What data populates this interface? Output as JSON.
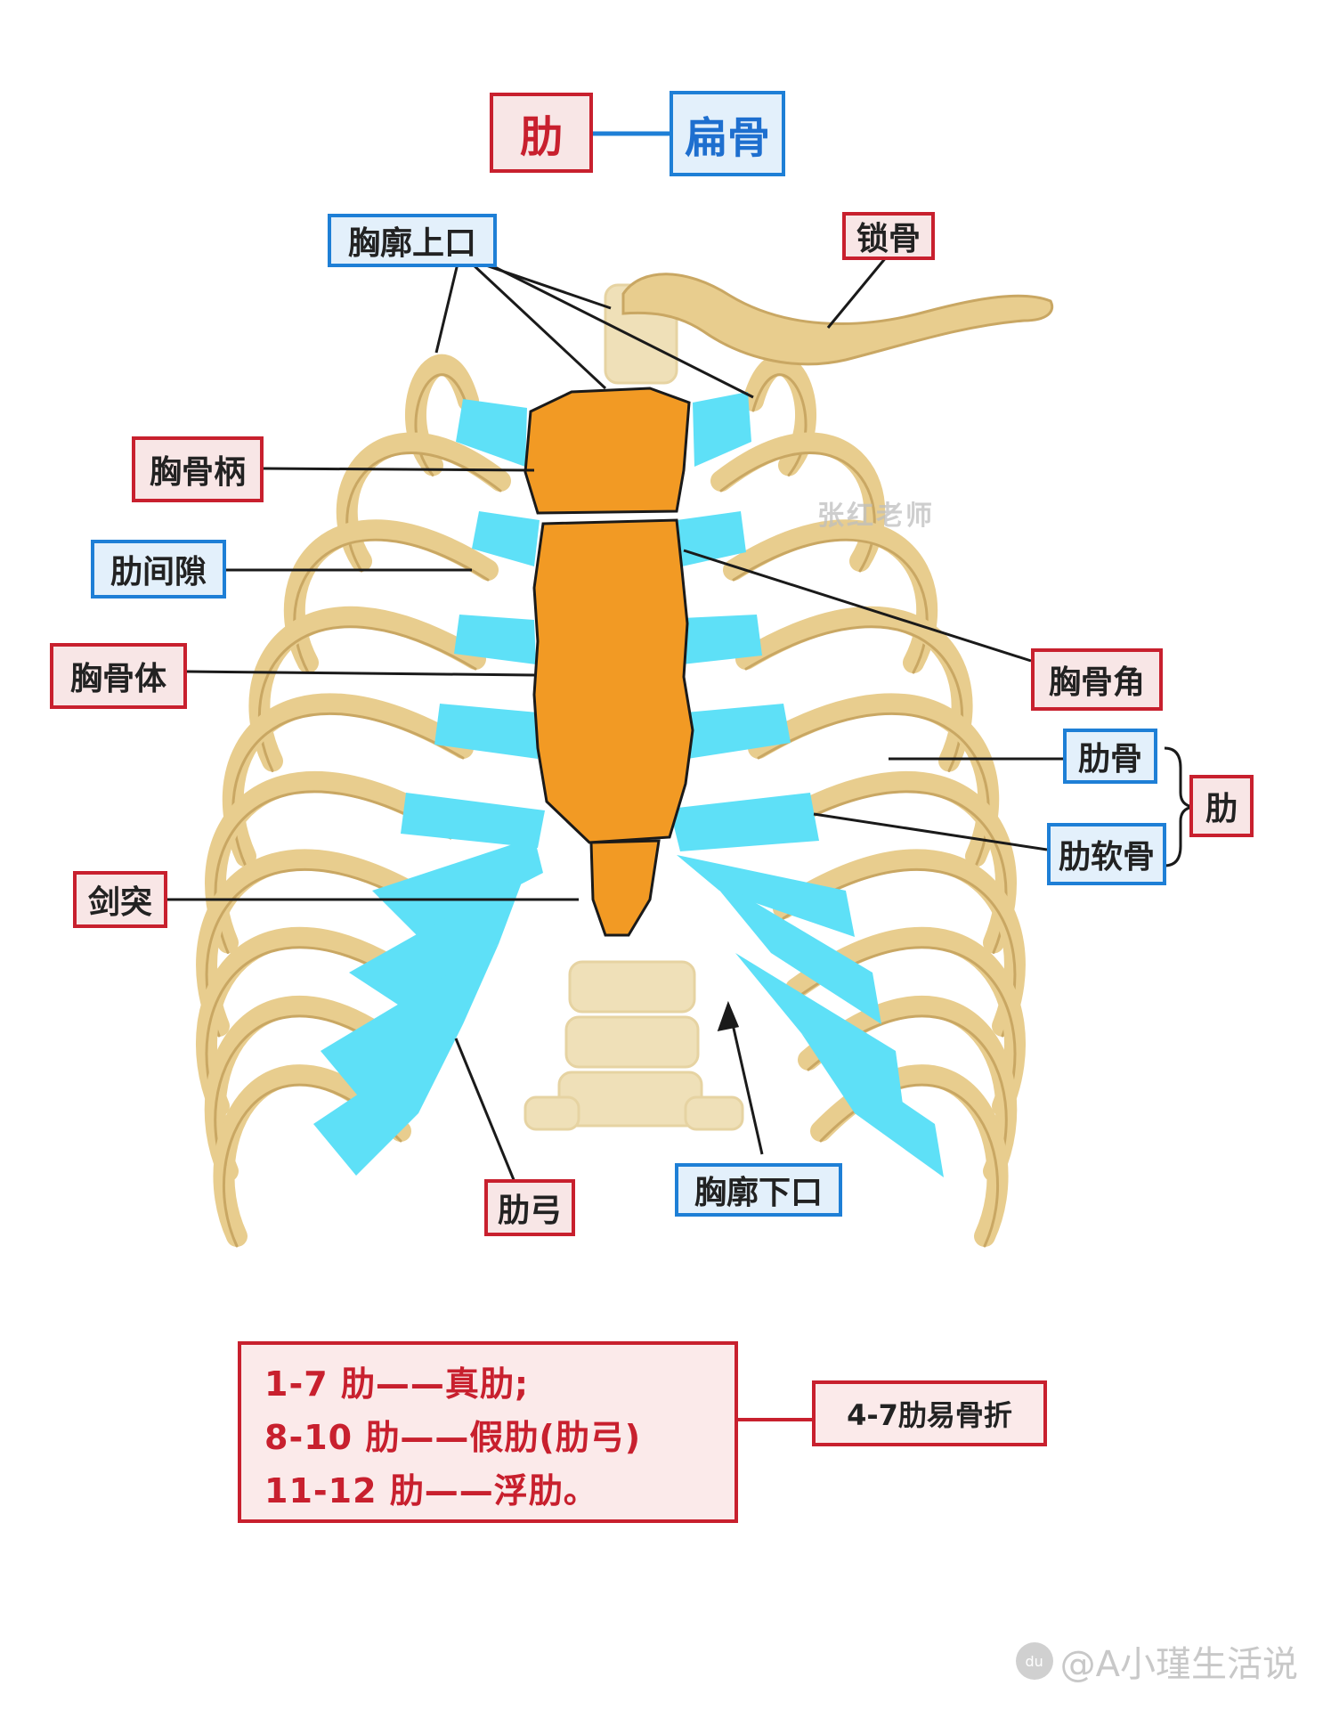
{
  "title": {
    "left": "肋",
    "right": "扁骨"
  },
  "labels": {
    "upper_aperture": "胸廓上口",
    "clavicle": "锁骨",
    "manubrium": "胸骨柄",
    "intercostal_space": "肋间隙",
    "sternal_body": "胸骨体",
    "sternal_angle": "胸骨角",
    "rib_bone": "肋骨",
    "rib": "肋",
    "costal_cartilage": "肋软骨",
    "xiphoid": "剑突",
    "costal_arch": "肋弓",
    "lower_aperture": "胸廓下口"
  },
  "watermark": "张红老师",
  "info": {
    "lines": [
      "1-7  肋——真肋;",
      "8-10 肋——假肋(肋弓)",
      "11-12 肋——浮肋。"
    ],
    "note": "4-7肋易骨折"
  },
  "credit": {
    "icon": "du",
    "text": "@A小瑾生活说"
  },
  "colors": {
    "bone": "#e8cd8e",
    "bone_shade": "#c9a763",
    "cartilage": "#5ee0f7",
    "sternum": "#f29a24",
    "red": "#c8202e",
    "blue": "#1e7fd6"
  }
}
